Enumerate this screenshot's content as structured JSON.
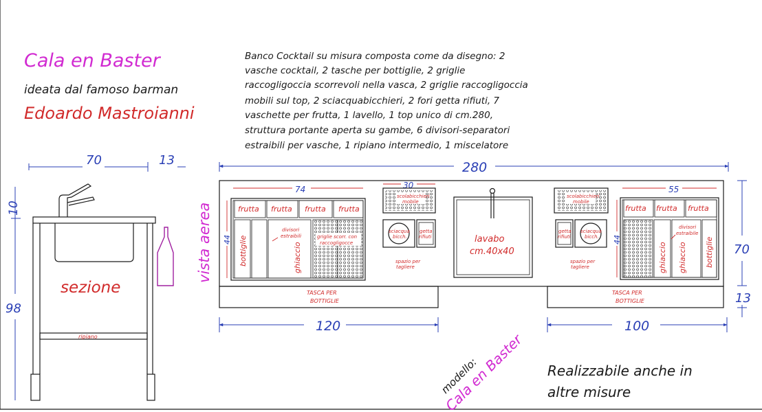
{
  "colors": {
    "magenta": "#d12ad1",
    "red": "#d12a2a",
    "blue": "#2a3fb5",
    "black": "#1a1a1a"
  },
  "title": {
    "model": "Cala en Baster",
    "subtitle": "ideata dal famoso barman",
    "designer": "Edoardo Mastroianni"
  },
  "description": [
    "Banco Cocktail su misura composta come da disegno: 2",
    "vasche cocktail, 2 tasche per bottiglie, 2 griglie",
    "raccogligoccia scorrevoli nella vasca, 2 griglie raccogligoccia",
    "mobili sul top, 2 sciacquabicchieri, 2 fori getta rifiuti, 7",
    "vaschette per frutta, 1 lavello, 1 top unico di cm.280,",
    "struttura portante aperta su gambe, 6 divisori-separatori",
    "estraibili per vasche, 1 ripiano intermedio, 1 miscelatore"
  ],
  "section_view": {
    "label": "sezione",
    "ripiano": "ripiano",
    "dim_width": "70",
    "dim_back": "13",
    "dim_top": "10",
    "dim_height": "98"
  },
  "plan_view": {
    "label": "vista aerea",
    "dim_total": "280",
    "dim_left": "120",
    "dim_right": "100",
    "dim_depth": "70",
    "dim_front": "13",
    "left_station": {
      "dim_width": "74",
      "dim_height": "44",
      "fruit": [
        "frutta",
        "frutta",
        "frutta",
        "frutta"
      ],
      "bottiglie": "bottiglie",
      "divisori": [
        "divisori",
        "estraibili"
      ],
      "ghiaccio": "ghiaccio",
      "griglie": [
        "griglie scorr. con",
        "raccogligocce"
      ]
    },
    "left_mid": {
      "dim_width": "30",
      "scolabicchieri": [
        "scolabicchieri",
        "mobile"
      ],
      "sciacqua": [
        "sciacqua",
        "bicch."
      ],
      "getta": [
        "getta",
        "rifiuti"
      ],
      "spazio": [
        "spazio per",
        "tagliere"
      ]
    },
    "sink": {
      "label": "lavabo",
      "size": "cm.40x40"
    },
    "right_mid": {
      "scolabicchieri": [
        "scolabicchieri",
        "mobile"
      ],
      "getta": [
        "getta",
        "rifiuti"
      ],
      "sciacqua": [
        "sciacqua",
        "bicch."
      ],
      "spazio": [
        "spazio per",
        "tagliere"
      ]
    },
    "right_station": {
      "dim_width": "55",
      "dim_height": "44",
      "fruit": [
        "frutta",
        "frutta",
        "frutta"
      ],
      "divisori": [
        "divisori",
        "estraibile"
      ],
      "ghiaccio_1": "ghiaccio",
      "ghiaccio_2": "ghiaccio",
      "bottiglie": "bottiglie"
    },
    "tasca_left": [
      "TASCA PER",
      "BOTTIGLIE"
    ],
    "tasca_right": [
      "TASCA PER",
      "BOTTIGLIE"
    ]
  },
  "model_stamp": {
    "label": "modello:",
    "name": "Cala en Baster"
  },
  "note": [
    "Realizzabile anche in",
    "altre misure"
  ]
}
